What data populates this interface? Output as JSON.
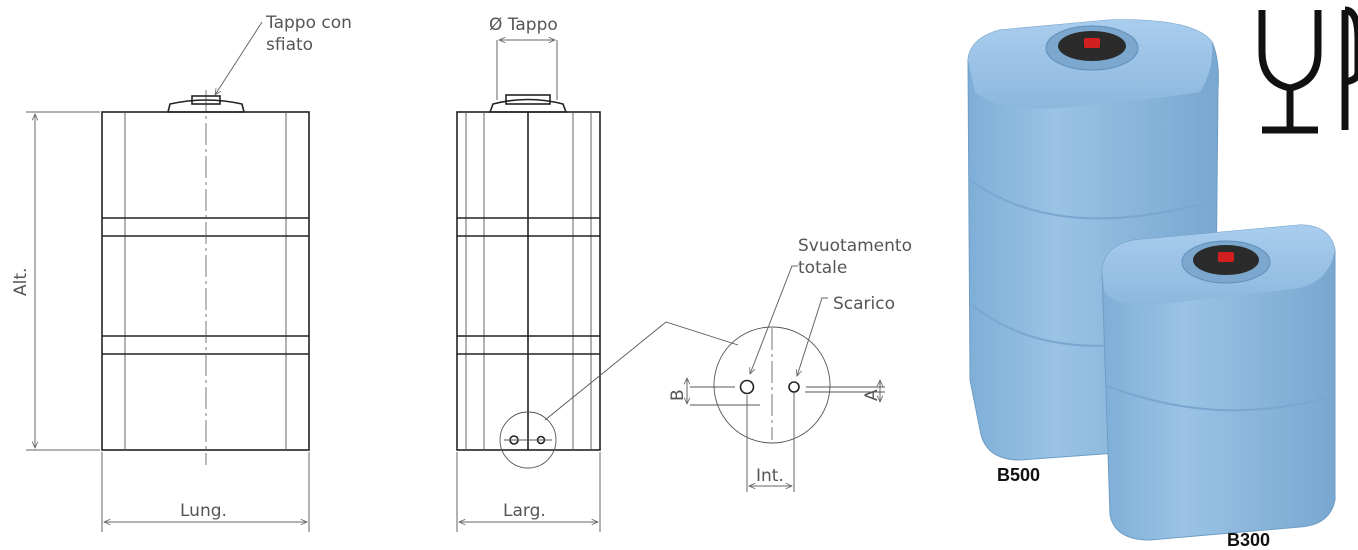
{
  "labels": {
    "vent_cap": [
      "Tappo con",
      "sfiato"
    ],
    "cap_diameter": "Ø Tappo",
    "height": "Alt.",
    "length": "Lung.",
    "width": "Larg.",
    "full_drain": [
      "Svuotamento",
      "totale"
    ],
    "drain": "Scarico",
    "dim_a": "A",
    "dim_b": "B",
    "spacing": "Int."
  },
  "models": [
    "B500",
    "B300"
  ],
  "colors": {
    "tank_blue": "#8fb9dc",
    "tank_shade": "#6f9dc4",
    "cap": "#2b2b2b",
    "cap_accent": "#d21f1f",
    "icon": "#111111"
  },
  "icons": [
    "food-safe-glass-fork-icon"
  ]
}
